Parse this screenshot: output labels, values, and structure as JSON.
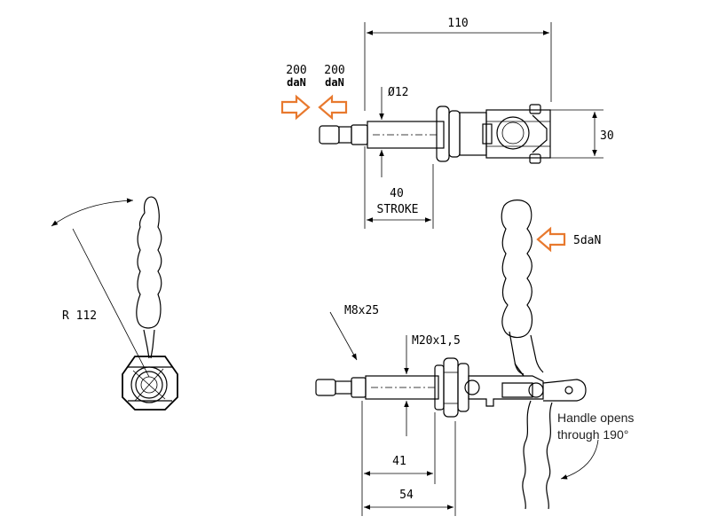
{
  "dimensions": {
    "overall_length": "110",
    "height": "30",
    "rod_diameter": "Ø12",
    "stroke_value": "40",
    "stroke_label": "STROKE",
    "radius": "R 112",
    "bolt": "M8x25",
    "thread": "M20x1,5",
    "dim_41": "41",
    "dim_54": "54"
  },
  "forces": {
    "push_value": "200",
    "push_unit": "daN",
    "pull_value": "200",
    "pull_unit": "daN",
    "handle_force": "5daN"
  },
  "notes": {
    "handle_line1": "Handle opens",
    "handle_line2": "through 190°"
  },
  "colors": {
    "arrow": "#e8792e",
    "lines": "#000000"
  }
}
